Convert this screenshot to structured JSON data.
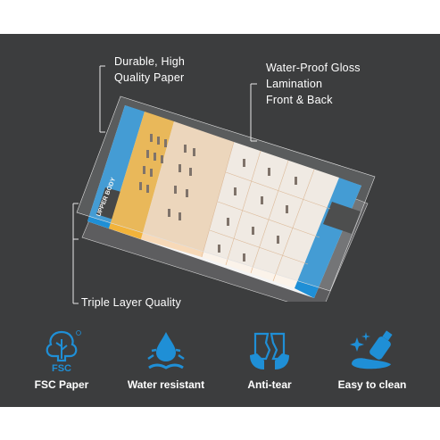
{
  "callouts": {
    "paper": {
      "line1": "Durable, High",
      "line2": "Quality Paper"
    },
    "gloss": {
      "line1": "Water-Proof Gloss",
      "line2": "Lamination",
      "line3": "Front & Back"
    },
    "triple": {
      "line1": "Triple Layer Quality"
    }
  },
  "poster": {
    "header_text": "UPPER BODY"
  },
  "features": [
    {
      "label": "FSC Paper",
      "icon": "fsc-tree-icon",
      "icon_text": "FSC"
    },
    {
      "label": "Water resistant",
      "icon": "water-drop-icon"
    },
    {
      "label": "Anti-tear",
      "icon": "torn-paper-hands-icon"
    },
    {
      "label": "Easy to clean",
      "icon": "spray-bottle-icon"
    }
  ],
  "colors": {
    "panel_bg": "#3c3d3e",
    "accent_blue": "#1f8fd6",
    "text": "#ffffff"
  }
}
